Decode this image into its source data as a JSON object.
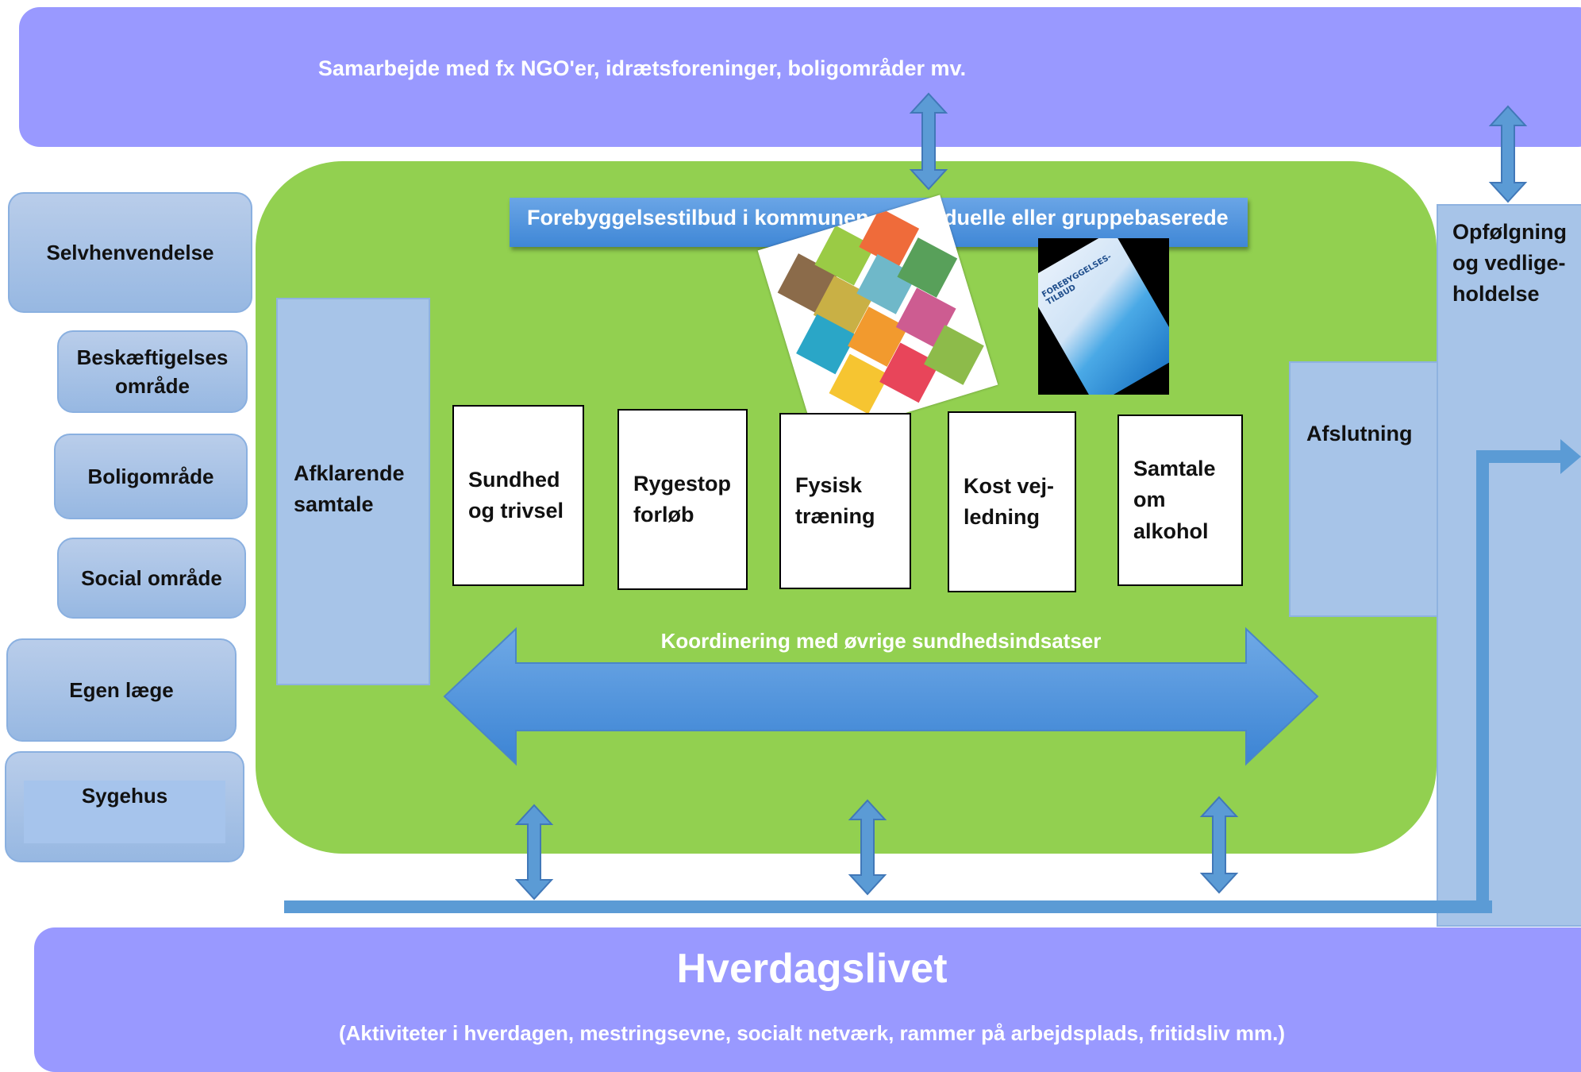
{
  "top_band": {
    "label": "Samarbejde med fx NGO'er, idrætsforeninger, boligområder mv."
  },
  "bottom_band": {
    "title": "Hverdagslivet",
    "subtitle": "(Aktiviteter i hverdagen, mestringsevne, socialt netværk, rammer på arbejdsplads, fritidsliv mm.)"
  },
  "left_sources": [
    {
      "label": "Selvhenvendelse"
    },
    {
      "label": "Beskæftigelses område"
    },
    {
      "label": "Boligområde"
    },
    {
      "label": "Social område"
    },
    {
      "label": "Egen læge"
    },
    {
      "label": "Sygehus"
    }
  ],
  "center": {
    "header": "Forebyggelsestilbud i kommunen -  Individuelle eller gruppebaserede",
    "intake": "Afklarende samtale",
    "offers": [
      {
        "line1": "Sundhed",
        "line2": "og trivsel",
        "line3": ""
      },
      {
        "line1": "Rygestop",
        "line2": "forløb",
        "line3": ""
      },
      {
        "line1": "Fysisk",
        "line2": "træning",
        "line3": ""
      },
      {
        "line1": "Kost vej-",
        "line2": "ledning",
        "line3": ""
      },
      {
        "line1": "Samtale",
        "line2": "om",
        "line3": "alkohol"
      }
    ],
    "coordination": "Koordinering med øvrige sundhedsindsatser",
    "closing": "Afslutning"
  },
  "followup": {
    "line1": "Opfølgning",
    "line2": "og vedlige-",
    "line3": "holdelse"
  },
  "book_cover": {
    "title": "FOREBYGGELSES-TILBUD"
  },
  "colors": {
    "band": "#9999ff",
    "green": "#92d050",
    "panel": "#a7c4e8",
    "arrow": "#5b9bd5",
    "header_bar": "#4a8fdb"
  }
}
